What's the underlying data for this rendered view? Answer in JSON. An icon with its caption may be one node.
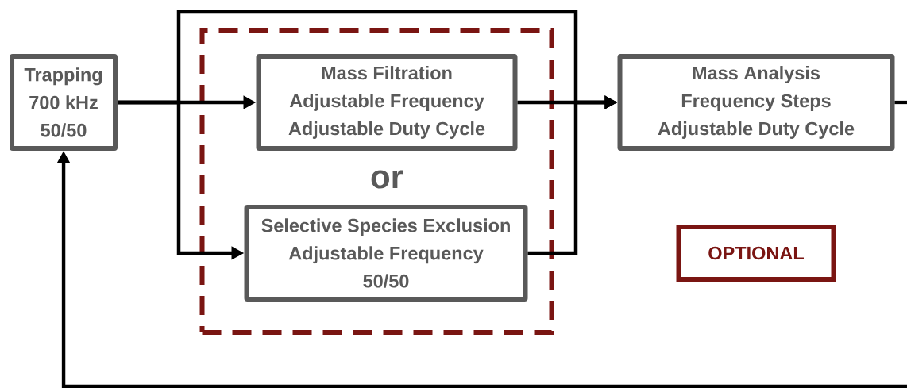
{
  "diagram": {
    "nodes": [
      {
        "text": [
          "Trapping",
          "700 kHz",
          "50/50"
        ]
      },
      {
        "text": [],
        "shape": "box"
      },
      {
        "text": [
          "Mass Filtration",
          "Adjustable Frequency",
          "Adjustable Duty Cycle"
        ],
        "in": 1
      },
      {
        "text": [
          "Selective Species Exclusion",
          "Adjustable Frequency",
          "50/50"
        ],
        "in": 1
      },
      {
        "text": [
          "Mass Analysis",
          "Frequency Steps",
          "Adjustable Duty Cycle"
        ]
      },
      {
        "text": [
          "OPTIONAL"
        ]
      }
    ],
    "edges": [
      {
        "from": 0,
        "to": 2,
        "arrow": "to"
      },
      {
        "from": 0,
        "to": 3,
        "arrow": "to"
      },
      {
        "from": 2,
        "to": 4,
        "arrow": "to"
      },
      {
        "from": 3,
        "to": 4,
        "arrow": "to"
      },
      {
        "from": 0,
        "to": 4,
        "arrow": "to"
      },
      {
        "from": 4,
        "to": null,
        "arrow": "none"
      },
      {
        "from": null,
        "to": 0,
        "arrow": "to"
      }
    ],
    "labels": [
      "or"
    ]
  }
}
